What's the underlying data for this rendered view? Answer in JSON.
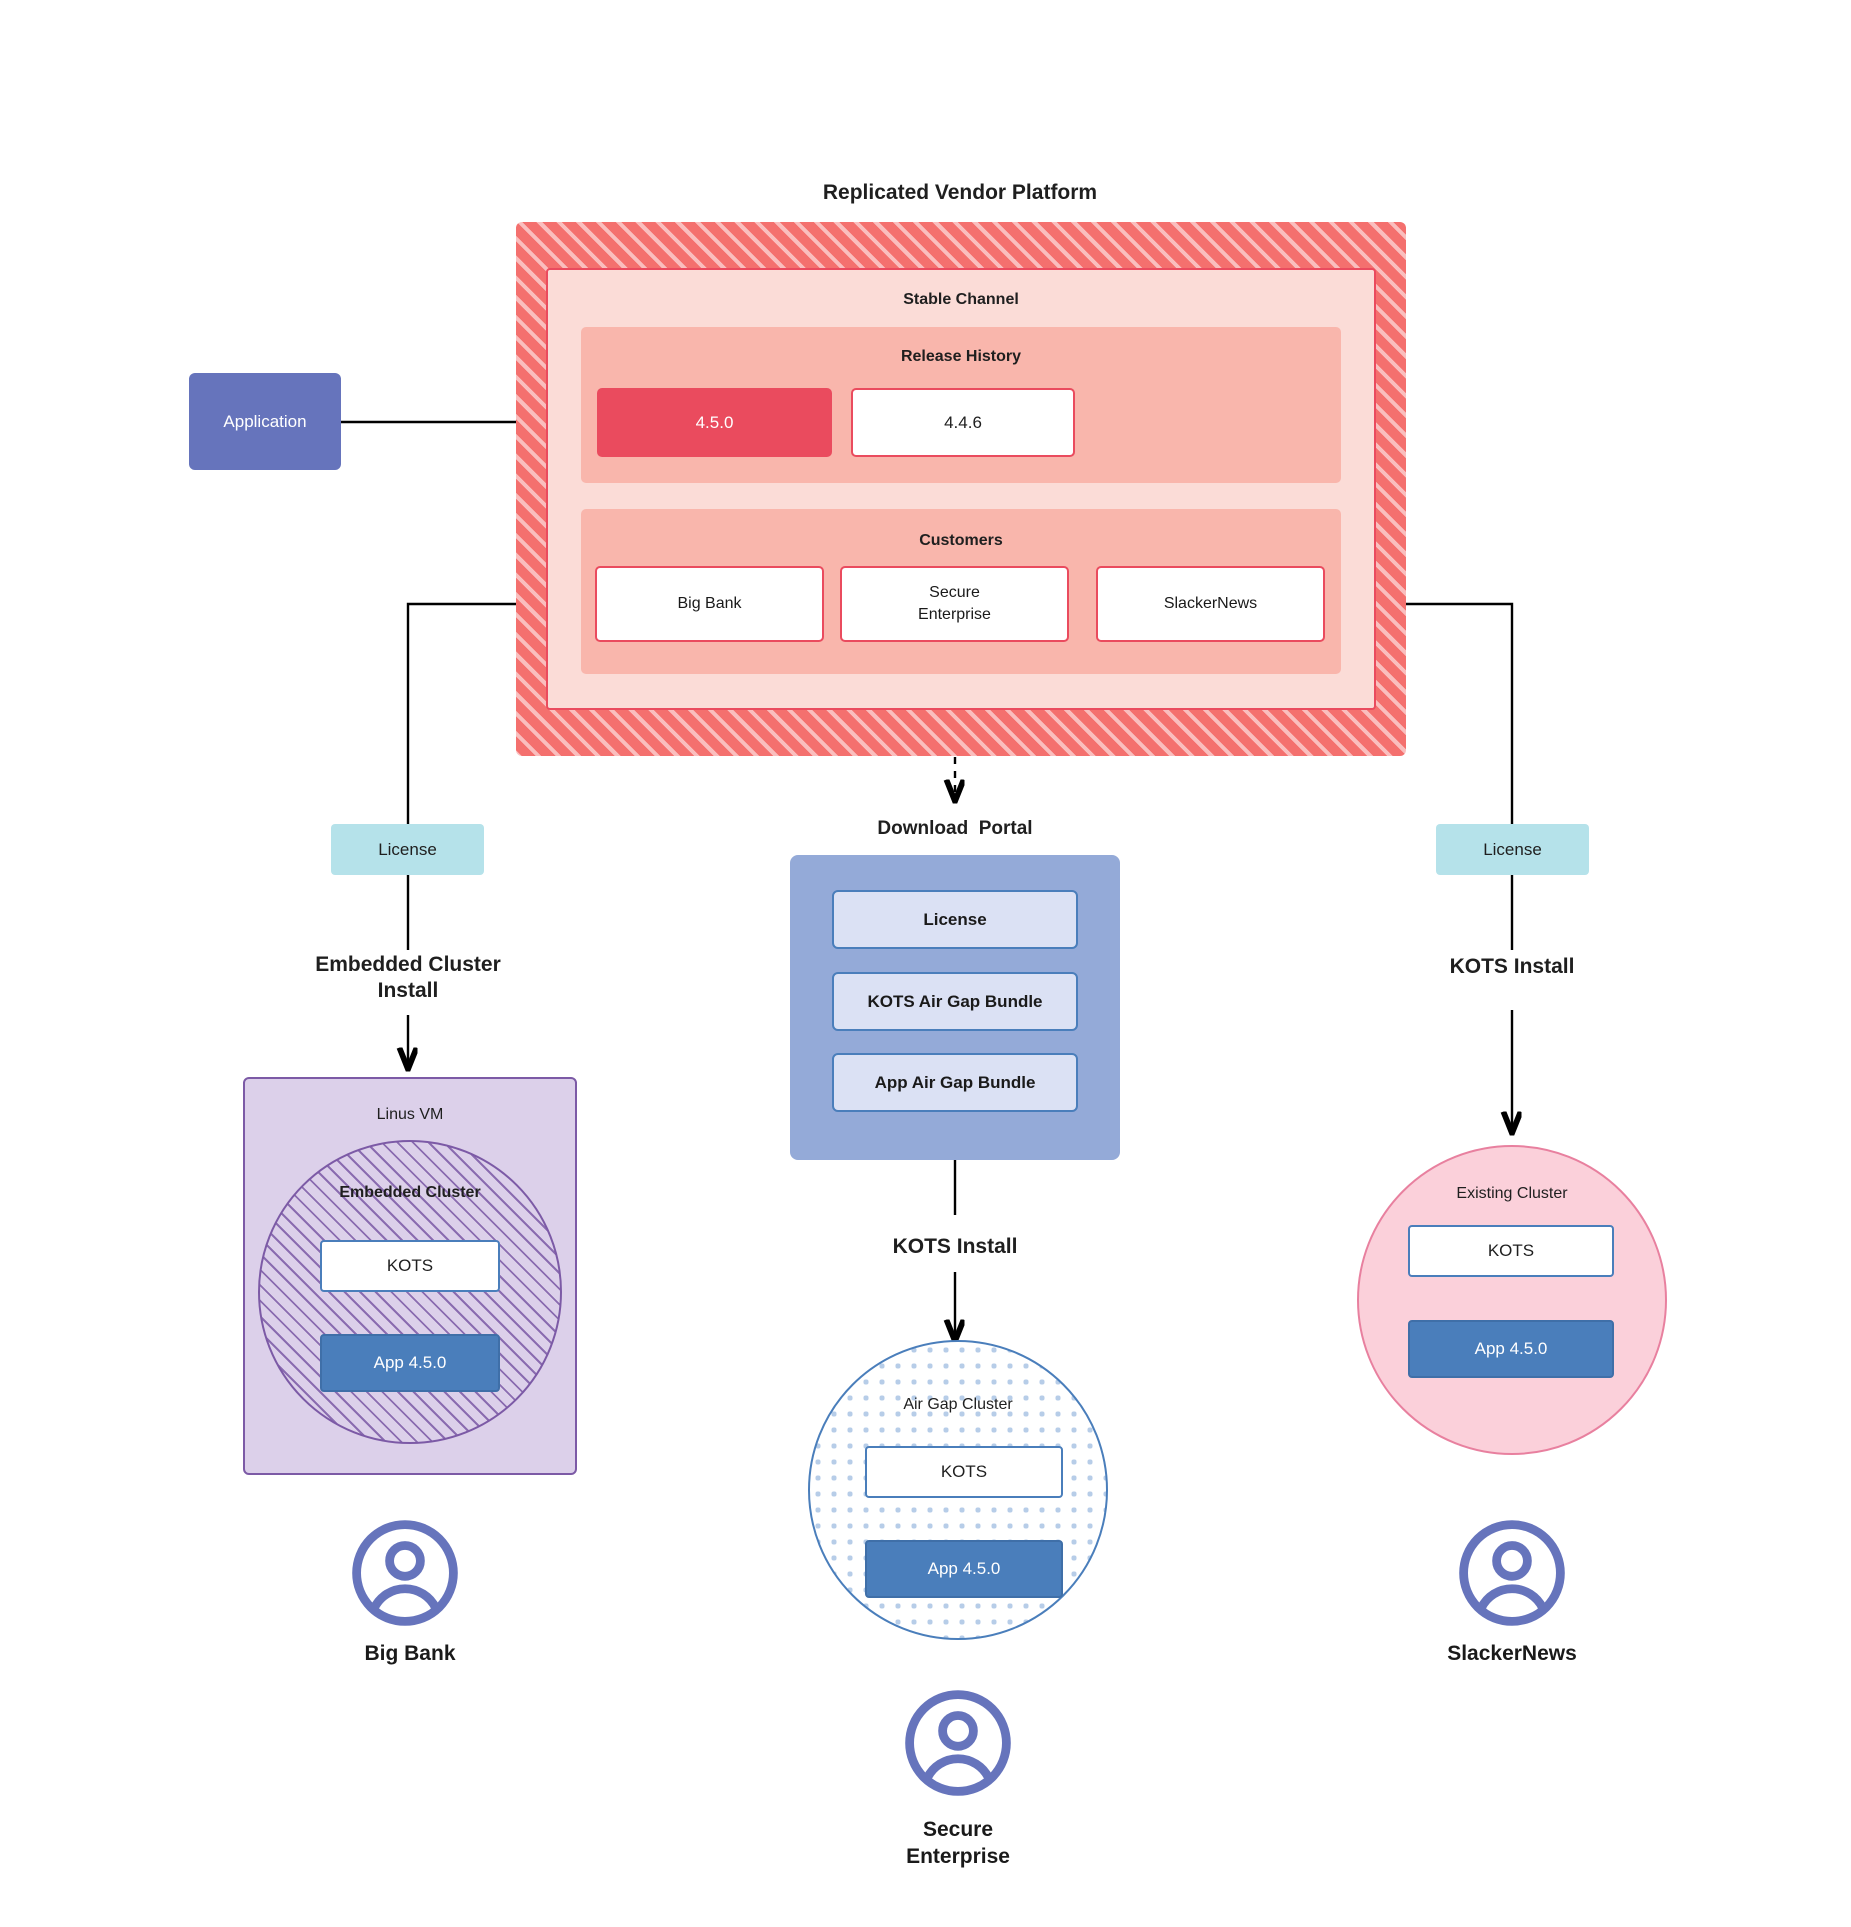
{
  "platform": {
    "title": "Replicated Vendor Platform",
    "channel_label": "Stable Channel",
    "release_history_label": "Release History",
    "releases": [
      {
        "version": "4.5.0",
        "state": "active"
      },
      {
        "version": "4.4.6",
        "state": "previous"
      }
    ],
    "customers_label": "Customers",
    "customers": [
      "Big Bank",
      "Secure\nEnterprise",
      "SlackerNews"
    ]
  },
  "application": {
    "label": "Application"
  },
  "branches": {
    "left": {
      "license_label": "License",
      "install_label": "Embedded Cluster\nInstall",
      "vm_label": "Linus VM",
      "cluster_label": "Embedded Cluster",
      "kots_label": "KOTS",
      "app_label": "App 4.5.0",
      "customer_name": "Big Bank"
    },
    "middle": {
      "portal_title": "Download  Portal",
      "portal_items": [
        "License",
        "KOTS Air Gap Bundle",
        "App Air Gap Bundle"
      ],
      "install_label": "KOTS Install",
      "cluster_label": "Air Gap Cluster",
      "kots_label": "KOTS",
      "app_label": "App 4.5.0",
      "customer_name": "Secure\nEnterprise"
    },
    "right": {
      "license_label": "License",
      "install_label": "KOTS Install",
      "cluster_label": "Existing Cluster",
      "kots_label": "KOTS",
      "app_label": "App 4.5.0",
      "customer_name": "SlackerNews"
    }
  },
  "colors": {
    "vendor_platform": "#f4706e",
    "channel": "#fbdcd7",
    "subpanel": "#f9b6ac",
    "release_active": "#ea4b5e",
    "application": "#6674bc",
    "license": "#b5e2ea",
    "download_portal": "#94aad8",
    "portal_item": "#dbe1f4",
    "linux_vm": "#dcd0ea",
    "embedded_cluster_border": "#7c5aa6",
    "air_gap_border": "#4a7ebb",
    "existing_cluster": "#fbd0da",
    "app_version": "#4a7ebb",
    "avatar": "#6674bc"
  },
  "icons": {
    "avatar": "user-avatar-icon"
  }
}
